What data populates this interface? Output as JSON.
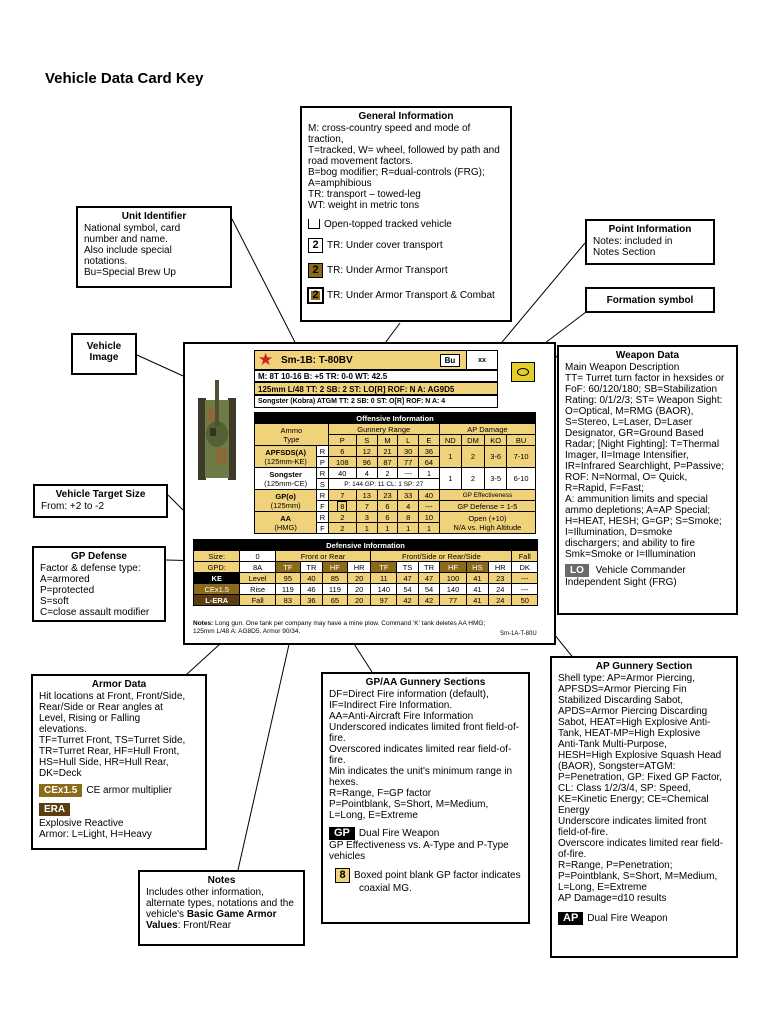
{
  "title": "Vehicle Data Card Key",
  "general": {
    "title": "General Information",
    "lines": [
      "M: cross-country speed and mode of traction,",
      "T=tracked, W= wheel, followed by path and",
      "road movement factors.",
      "B=bog modifier; R=dual-controls (FRG);",
      "A=amphibious",
      "TR: transport – towed-leg",
      "WT: weight in metric tons"
    ],
    "legend": [
      {
        "label": "Open-topped tracked vehicle",
        "mark": ""
      },
      {
        "label": "TR: Under cover transport",
        "mark": "2"
      },
      {
        "label": "TR: Under Armor Transport",
        "mark": "2"
      },
      {
        "label": "TR: Under Armor Transport & Combat",
        "mark": "2"
      }
    ]
  },
  "unit": {
    "title": "Unit Identifier",
    "lines": [
      "National symbol, card",
      "number and name.",
      "Also include special",
      "notations.",
      "Bu=Special Brew Up"
    ]
  },
  "point": {
    "title": "Point Information",
    "lines": [
      "Notes: included in",
      "Notes Section"
    ]
  },
  "formation": {
    "title": "Formation symbol"
  },
  "vehicle_image": {
    "lines": [
      "Vehicle",
      "Image"
    ]
  },
  "weapon": {
    "title": "Weapon Data",
    "lines": [
      "Main Weapon Description",
      "TT= Turret turn factor in hexsides or",
      "FoF: 60/120/180; SB=Stabilization",
      "Rating: 0/1/2/3; ST= Weapon Sight:",
      "O=Optical, M=RMG (BAOR),",
      "S=Stereo, L=Laser, D=Laser",
      "Designator, GR=Ground Based",
      "Radar; [Night Fighting]: T=Thermal",
      "Imager, II=Image Intensifier,",
      "IR=Infrared Searchlight, P=Passive;",
      "ROF: N=Normal, O= Quick,",
      "R=Rapid, F=Fast;",
      "A: ammunition limits and special",
      "ammo depletions; A=AP Special;",
      "H=HEAT, HESH; G=GP; S=Smoke;",
      "I=Illumination, D=smoke",
      "dischargers; and ability to fire",
      "Smk=Smoke or I=Illumination"
    ],
    "lo_tag": "LO",
    "lo_text": [
      "Vehicle Commander",
      "Independent Sight (FRG)"
    ]
  },
  "target": {
    "title": "Vehicle Target Size",
    "lines": [
      "From: +2 to -2"
    ]
  },
  "gpdef": {
    "title": "GP Defense",
    "lines": [
      "Factor & defense type:",
      "A=armored",
      "P=protected",
      "S=soft",
      "C=close assault modifier"
    ]
  },
  "armor": {
    "title": "Armor Data",
    "lines": [
      "Hit locations at Front, Front/Side,",
      "Rear/Side or Rear angles at",
      "Level, Rising or Falling",
      "elevations.",
      "TF=Turret Front, TS=Turret Side,",
      "TR=Turret Rear, HF=Hull Front,",
      "HS=Hull Side, HR=Hull Rear,",
      "DK=Deck"
    ],
    "ce_tag": "CEx1.5",
    "ce_text": "CE armor multiplier",
    "era_tag": "ERA",
    "era_text": [
      "Explosive Reactive",
      "Armor: L=Light, H=Heavy"
    ]
  },
  "notes": {
    "title": "Notes",
    "lines": [
      "Includes other information,",
      "alternate types, notations and the",
      "vehicle's"
    ],
    "bold": "Basic Game Armor Values",
    "tail": ": Front/Rear"
  },
  "gpaa": {
    "title": "GP/AA Gunnery Sections",
    "lines": [
      "DF=Direct Fire information (default),",
      "IF=Indirect Fire Information.",
      "AA=Anti-Aircraft Fire Information",
      "Underscored indicates limited front field-of-",
      "fire.",
      "Overscored indicates limited rear field-of-",
      "fire.",
      "Min indicates the unit's minimum range in",
      "hexes.",
      "R=Range, F=GP factor",
      "P=Pointblank, S=Short, M=Medium,",
      "L=Long, E=Extreme"
    ],
    "gp_tag": "GP",
    "gp_text": "Dual Fire Weapon",
    "lines2": [
      "GP Effectiveness vs. A-Type and P-Type",
      "vehicles"
    ],
    "box8": "8",
    "box8_text": [
      "Boxed point blank GP factor indicates",
      "coaxial MG."
    ]
  },
  "apgun": {
    "title": "AP Gunnery Section",
    "lines": [
      "Shell type: AP=Armor Piercing,",
      "APFSDS=Armor Piercing Fin",
      "Stabilized Discarding Sabot,",
      "APDS=Armor Piercing Discarding",
      "Sabot, HEAT=High Explosive Anti-",
      "Tank, HEAT-MP=High Explosive",
      "Anti-Tank Multi-Purpose,",
      "HESH=High Explosive Squash Head",
      "(BAOR), Songster=ATGM:",
      "P=Penetration, GP: Fixed GP Factor,",
      "CL: Class 1/2/3/4, SP: Speed,",
      "KE=Kinetic Energy; CE=Chemical",
      "Energy",
      "Underscore indicates limited front",
      "field-of-fire.",
      "Overscore indicates limited rear field-",
      "of-fire.",
      "R=Range, P=Penetration;",
      "P=Pointblank, S=Short, M=Medium,",
      "L=Long, E=Extreme",
      "AP Damage=d10 results"
    ],
    "ap_tag": "AP",
    "ap_text": "Dual Fire Weapon"
  },
  "card": {
    "name": "Sm-1B: T-80BV",
    "bu": "Bu",
    "xx": "xx",
    "row1": "M: 8T  10-16   B: +5     TR: 0-0    WT: 42.5",
    "row2": "125mm L/48   TT: 2   SB: 2   ST: LO[R]   ROF: N   A: AG9D5",
    "row3": "Songster (Kobra) ATGM  TT: 2  SB: 0  ST: O[R]  ROF: N  A: 4",
    "off_title": "Offensive Information",
    "gunnery_range": "Gunnery Range",
    "ap_damage": "AP Damage",
    "ammo_type": [
      "Ammo",
      "Type"
    ],
    "range_cols": [
      "P",
      "S",
      "M",
      "L",
      "E"
    ],
    "dmg_cols": [
      "ND",
      "DM",
      "KO",
      "BU"
    ],
    "apfsds": {
      "name": "APFSDS(A)",
      "sub": "(125mm-KE)",
      "r": [
        "6",
        "12",
        "21",
        "30",
        "36"
      ],
      "p": [
        "108",
        "96",
        "87",
        "77",
        "64"
      ],
      "dmg": [
        "1",
        "2",
        "3-6",
        "7-10"
      ]
    },
    "songster": {
      "name": "Songster",
      "sub": "(125mm-CE)",
      "r": [
        "40",
        "4",
        "2",
        "---",
        "1"
      ],
      "s": "P: 144  GP: 11  CL: 1  SP: 27",
      "dmg": [
        "1",
        "2",
        "3-5",
        "6-10"
      ]
    },
    "gp": {
      "name": "GP(o)",
      "sub": "(125mm)",
      "r": [
        "7",
        "13",
        "23",
        "33",
        "40"
      ],
      "f": [
        "8",
        "7",
        "6",
        "4",
        "---"
      ],
      "eff_title": "GP Effectiveness",
      "eff": "GP Defense = 1-5"
    },
    "aa": {
      "name": "AA",
      "sub": "(HMG)",
      "r": [
        "2",
        "3",
        "6",
        "8",
        "10"
      ],
      "f": [
        "2",
        "1",
        "1",
        "1",
        "1"
      ],
      "note": [
        "Open (+10)",
        "N/A vs. High Altitude"
      ]
    },
    "def_title": "Defensive Information",
    "size": "Size:",
    "size_val": "0",
    "front_rear": "Front or Rear",
    "front_side": "Front/Side or Rear/Side",
    "fall": "Fall",
    "gpd": "GPD:",
    "gpd_val": "8A",
    "loc": [
      "TF",
      "TR",
      "HF",
      "HR",
      "TF",
      "TS",
      "TR",
      "HF",
      "HS",
      "HR",
      "DK"
    ],
    "ke": "KE",
    "level": "Level",
    "ke_vals": [
      "95",
      "40",
      "85",
      "20",
      "11",
      "47",
      "47",
      "100",
      "41",
      "23",
      "---"
    ],
    "cex": "CEx1.5",
    "rise": "Rise",
    "rise_vals": [
      "119",
      "46",
      "119",
      "20",
      "140",
      "54",
      "54",
      "140",
      "41",
      "24",
      "---"
    ],
    "lera": "L-ERA",
    "fall_label": "Fall",
    "fall_vals": [
      "83",
      "36",
      "65",
      "20",
      "97",
      "42",
      "42",
      "77",
      "41",
      "24",
      "50"
    ],
    "notes_label": "Notes:",
    "notes_text": [
      "Long gun. One tank per company may have a mine plow. Command 'K' tank deletes AA HMG;",
      "125mm L/48 A: AG8D5. Armor 90/34."
    ],
    "card_id": "Sm-1A-T-80U"
  },
  "colors": {
    "tan": "#f0d27a",
    "brown": "#8b6a1a",
    "dark_brown": "#5a3d10",
    "star": "#d42020"
  }
}
